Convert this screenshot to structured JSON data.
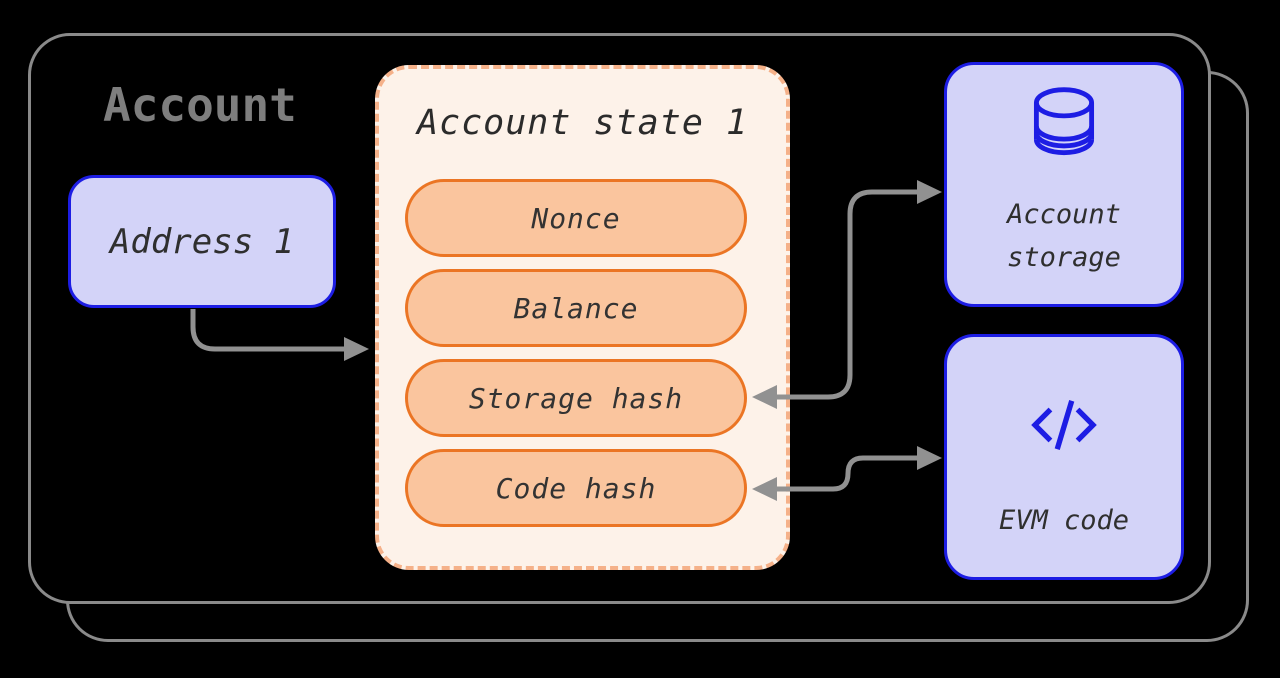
{
  "diagram": {
    "title": "Account",
    "address_box": {
      "label": "Address 1"
    },
    "state_box": {
      "title": "Account state 1",
      "fields": [
        "Nonce",
        "Balance",
        "Storage hash",
        "Code hash"
      ]
    },
    "storage_box": {
      "icon": "database-icon",
      "label": "Account storage"
    },
    "evm_box": {
      "icon": "code-icon",
      "label": "EVM code"
    },
    "connectors": [
      {
        "from": "address-box",
        "to": "account-state-box",
        "heads": "end"
      },
      {
        "from": "storage-hash-field",
        "to": "account-storage-box",
        "heads": "both"
      },
      {
        "from": "code-hash-field",
        "to": "evm-code-box",
        "heads": "both"
      }
    ],
    "colors": {
      "background": "#000000",
      "card_outline": "#8a8a8a",
      "title_text": "#7e7e7e",
      "blue_border": "#1d1de4",
      "lavender_fill": "#d3d3f8",
      "state_fill": "#fdf2e9",
      "state_dashed_border": "#f5b189",
      "pill_fill": "#fac59e",
      "pill_border": "#eb7524",
      "label_text": "#2f2f2f",
      "arrow": "#919191",
      "icon_blue": "#1d1de4"
    }
  }
}
